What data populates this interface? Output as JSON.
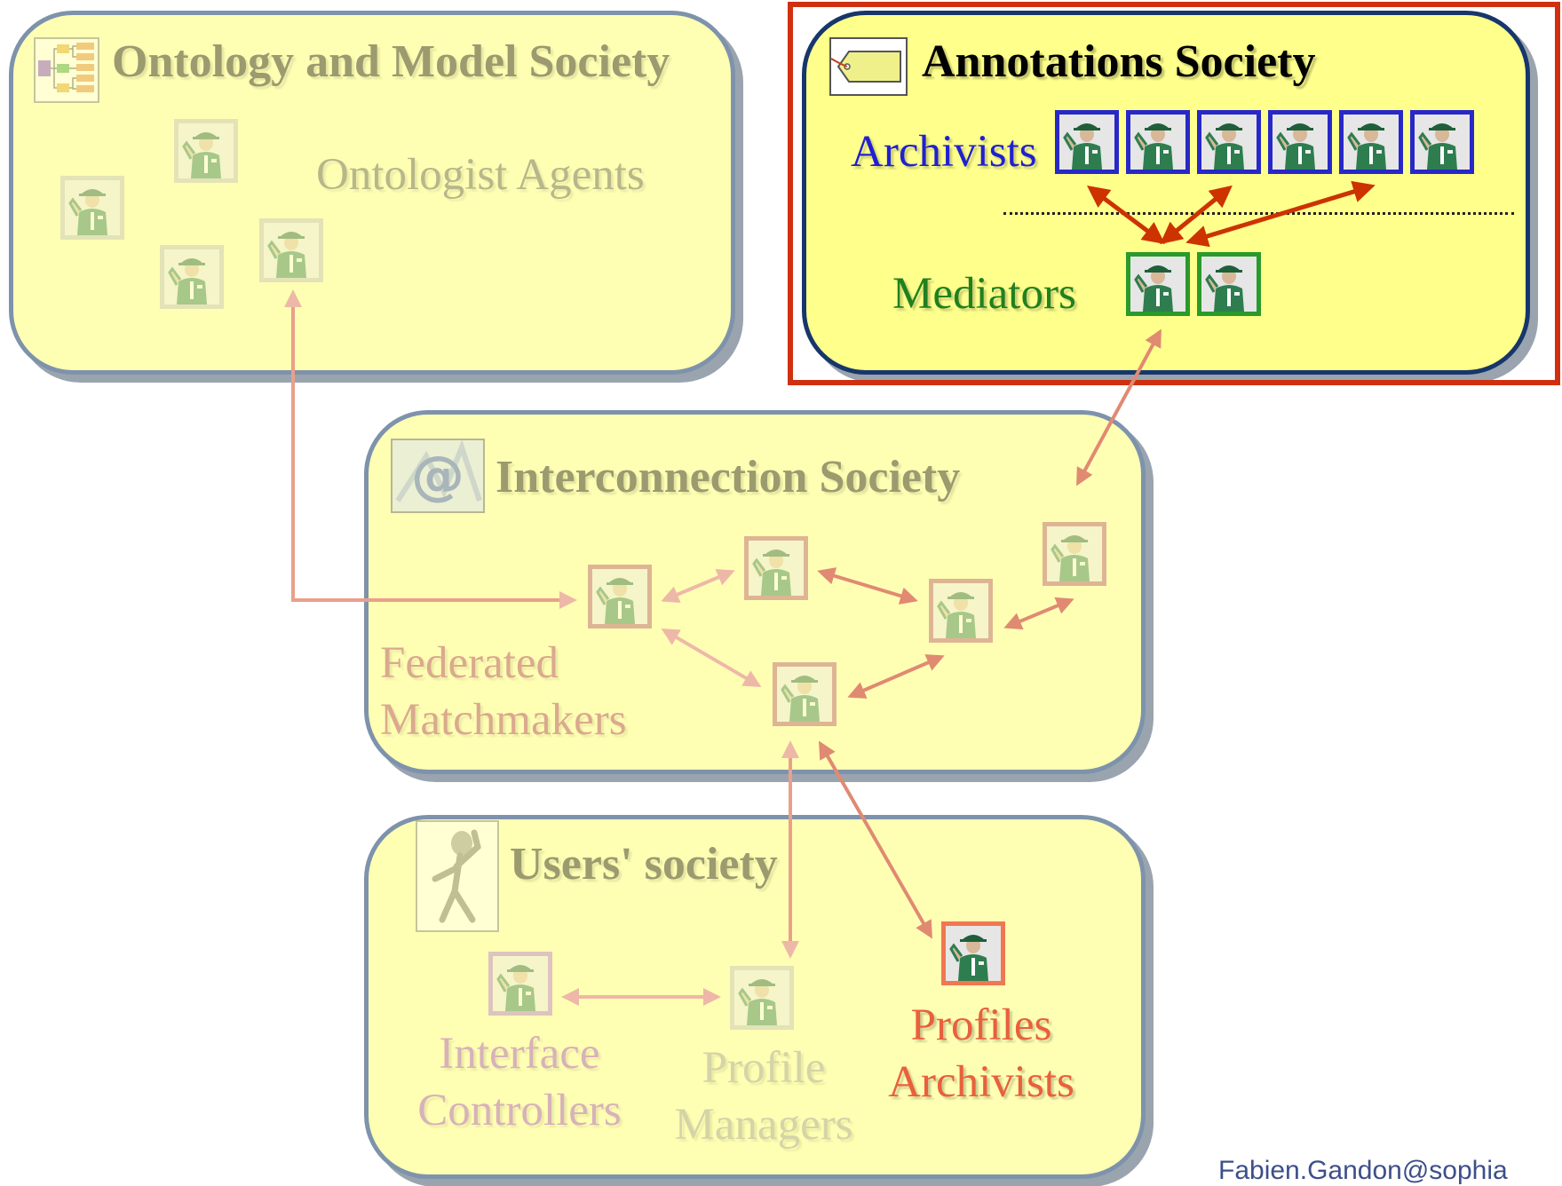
{
  "societies": {
    "ontology": {
      "title": "Ontology and Model Society",
      "agents_label": "Ontologist Agents"
    },
    "annotations": {
      "title": "Annotations Society",
      "archivists_label": "Archivists",
      "mediators_label": "Mediators"
    },
    "interconnection": {
      "title": "Interconnection Society",
      "matchmakers_line1": "Federated",
      "matchmakers_line2": "Matchmakers"
    },
    "users": {
      "title": "Users' society",
      "interface_line1": "Interface",
      "interface_line2": "Controllers",
      "profile_managers_line1": "Profile",
      "profile_managers_line2": "Managers",
      "profiles_archivists_line1": "Profiles",
      "profiles_archivists_line2": "Archivists"
    }
  },
  "footer": {
    "text": "Fabien.Gandon@sophia"
  },
  "icons": {
    "ontology": "hierarchy-diagram-icon",
    "annotations": "tag-label-icon",
    "interconnection": "at-sign-icon",
    "users": "stick-figure-user-icon",
    "agent": "agent-figure-icon"
  },
  "colors": {
    "box_fill": "#ffffb4",
    "box_border": "#7e93ab",
    "highlight_frame": "#d03010",
    "archivists": "#2020d0",
    "mediators": "#208020",
    "matchmakers": "#a8345c",
    "interface_controllers": "#a048c0",
    "profile_managers": "#999999",
    "profiles_archivists": "#e8603c",
    "arrow_active": "#cc3300",
    "arrow_faded": "#e9a08c"
  }
}
